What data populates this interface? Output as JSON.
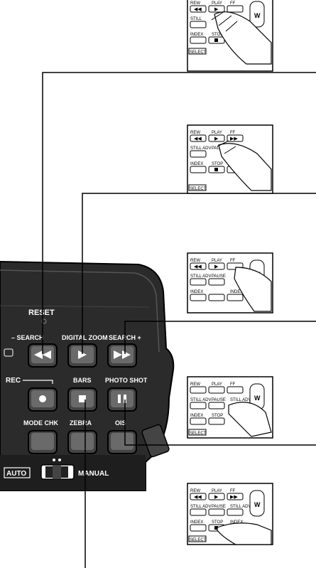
{
  "camcorder": {
    "reset": "RESET",
    "search_minus": "– SEARCH",
    "digital_zoom": "DIGITAL ZOOM",
    "search_plus": "SEARCH +",
    "rec": "REC",
    "bars": "BARS",
    "photo_shot": "PHOTO SHOT",
    "mode_chk": "MODE CHK",
    "zebra": "ZEBRA",
    "osd": "OIS",
    "auto": "AUTO",
    "manual": "MANUAL"
  },
  "remote": {
    "rew": "REW",
    "play": "PLAY",
    "ff": "FF",
    "still_adv": "STILL ADV",
    "pause": "PAUSE",
    "still": "STILL",
    "index": "INDEX",
    "stop": "STOP",
    "select": "SELECT",
    "w": "W"
  }
}
